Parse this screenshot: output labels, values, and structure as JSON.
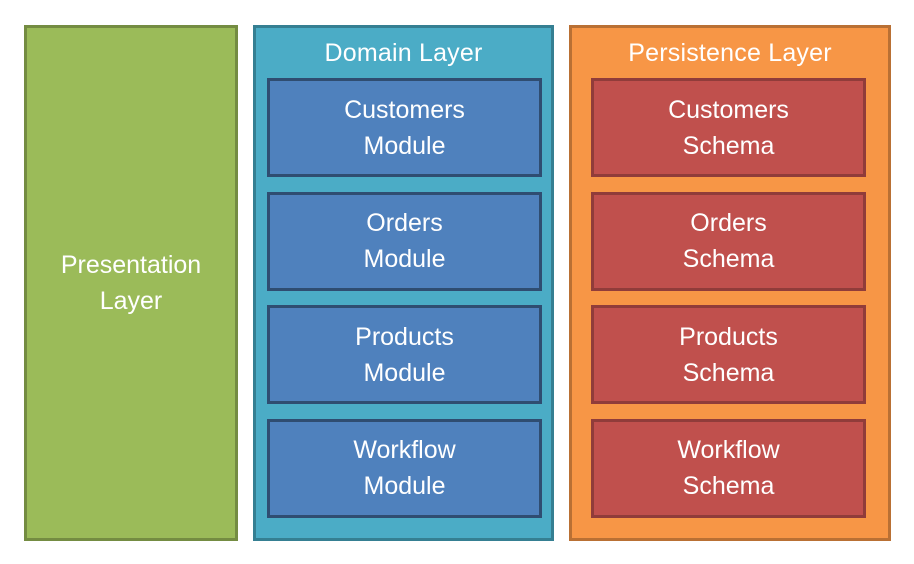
{
  "colors": {
    "canvas-bg": "#ffffff",
    "text": "#ffffff",
    "green-fill": "#9bbb59",
    "green-border": "#748c42",
    "teal-fill": "#4bacc6",
    "teal-border": "#357f92",
    "blue-fill": "#4f81bd",
    "blue-border": "#2f4d71",
    "orange-fill": "#f79646",
    "orange-border": "#b97034",
    "red-fill": "#c0504d",
    "red-border": "#903c3a"
  },
  "diagram": {
    "columns": [
      {
        "id": "presentation",
        "label": "Presentation\nLayer",
        "items": []
      },
      {
        "id": "domain",
        "title": "Domain Layer",
        "items": [
          "Customers\nModule",
          "Orders\nModule",
          "Products\nModule",
          "Workflow\nModule"
        ]
      },
      {
        "id": "persistence",
        "title": "Persistence Layer",
        "items": [
          "Customers\nSchema",
          "Orders\nSchema",
          "Products\nSchema",
          "Workflow\nSchema"
        ]
      }
    ]
  }
}
